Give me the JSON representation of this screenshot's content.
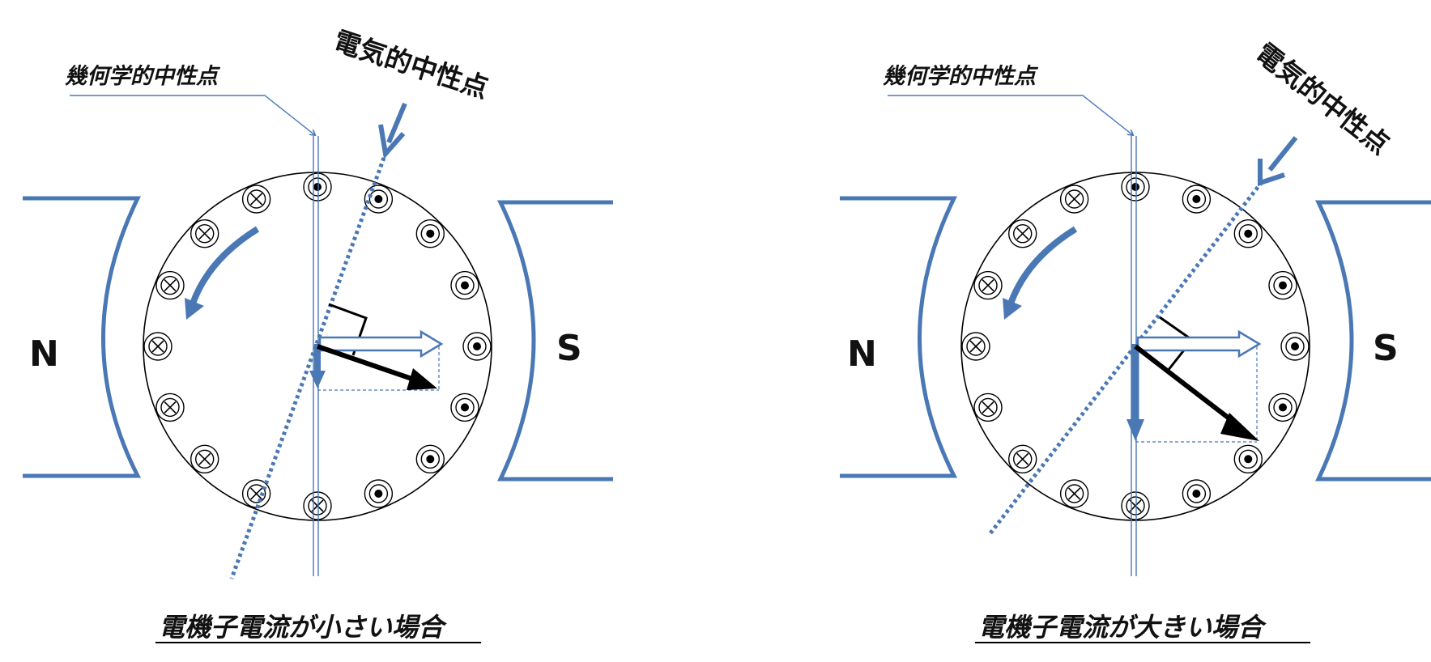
{
  "colors": {
    "blue": "#4a78b5",
    "black": "#000000"
  },
  "left": {
    "geometric_neutral_label": "幾何学的中性点",
    "electrical_neutral_label": "電気的中性点",
    "pole_n": "N",
    "pole_s": "S",
    "caption": "電機子電流が小さい場合"
  },
  "right": {
    "geometric_neutral_label": "幾何学的中性点",
    "electrical_neutral_label": "電気的中性点",
    "pole_n": "N",
    "pole_s": "S",
    "caption": "電機子電流が大きい場合"
  }
}
